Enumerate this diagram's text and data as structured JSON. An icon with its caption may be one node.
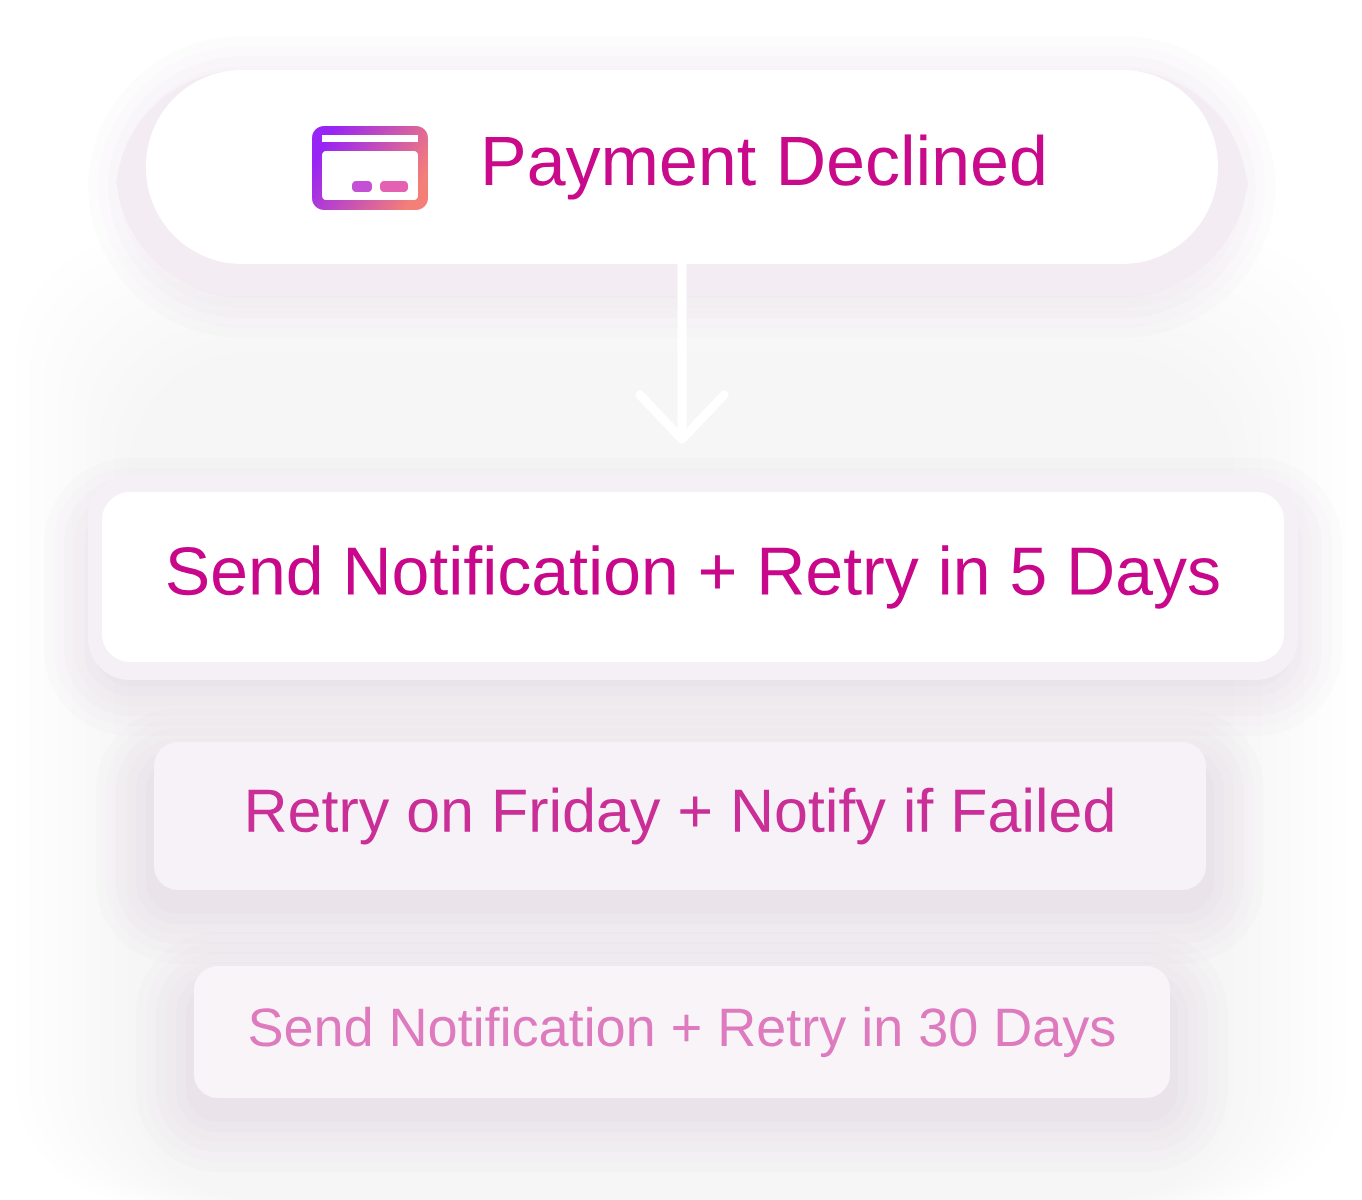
{
  "diagram": {
    "nodes": [
      {
        "text": [
          "Payment Declined"
        ]
      },
      {
        "text": [
          "Send Notification + Retry in 5 Days"
        ]
      },
      {
        "text": [
          "Retry on Friday + Notify if Failed"
        ]
      },
      {
        "text": [
          "Send Notification + Retry in 30 Days"
        ]
      }
    ],
    "edges": [
      {
        "from": 0,
        "to": 1,
        "arrow": "to"
      }
    ]
  }
}
